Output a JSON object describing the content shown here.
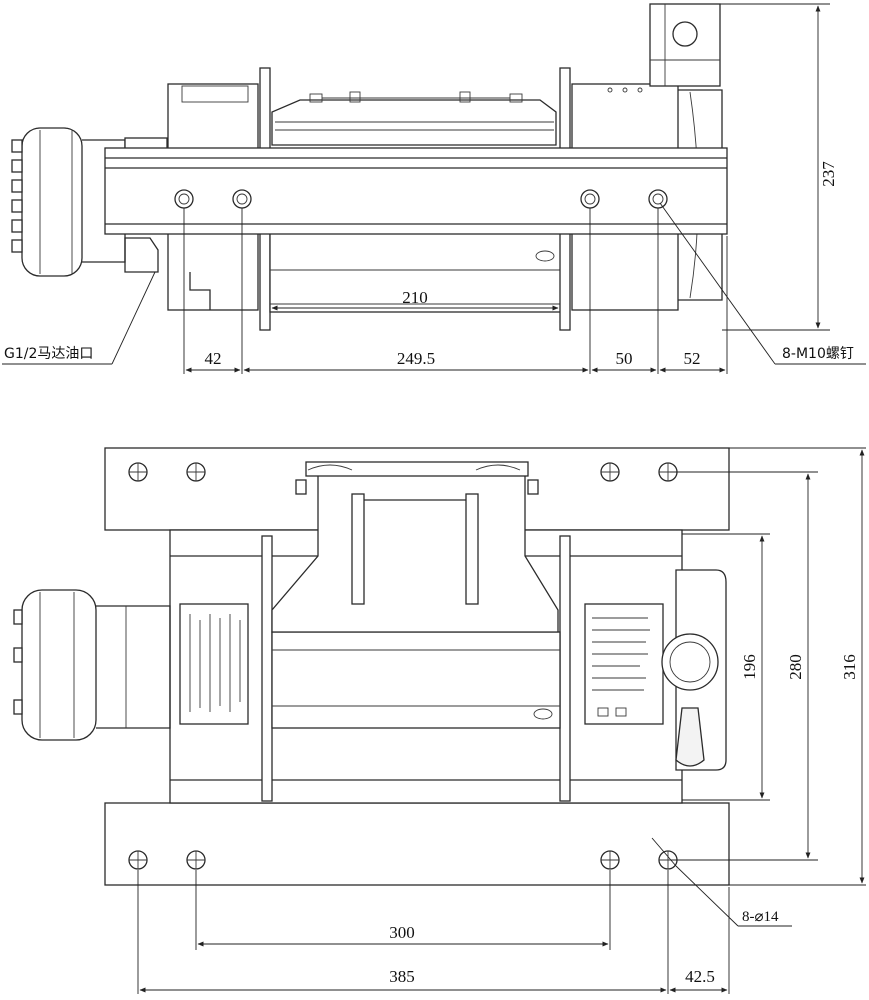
{
  "top_view": {
    "height_dim": "237",
    "drum_width_dim": "210",
    "hole_spacing_left": "42",
    "hole_spacing_mid": "249.5",
    "hole_spacing_r1": "50",
    "hole_spacing_r2": "52",
    "oil_port_label": "G1/2马达油口",
    "bolt_label": "8-M10螺钉"
  },
  "bottom_view": {
    "dim_196": "196",
    "dim_280": "280",
    "dim_316": "316",
    "dim_300": "300",
    "dim_385": "385",
    "dim_42_5": "42.5",
    "hole_label": "8-⌀14"
  }
}
